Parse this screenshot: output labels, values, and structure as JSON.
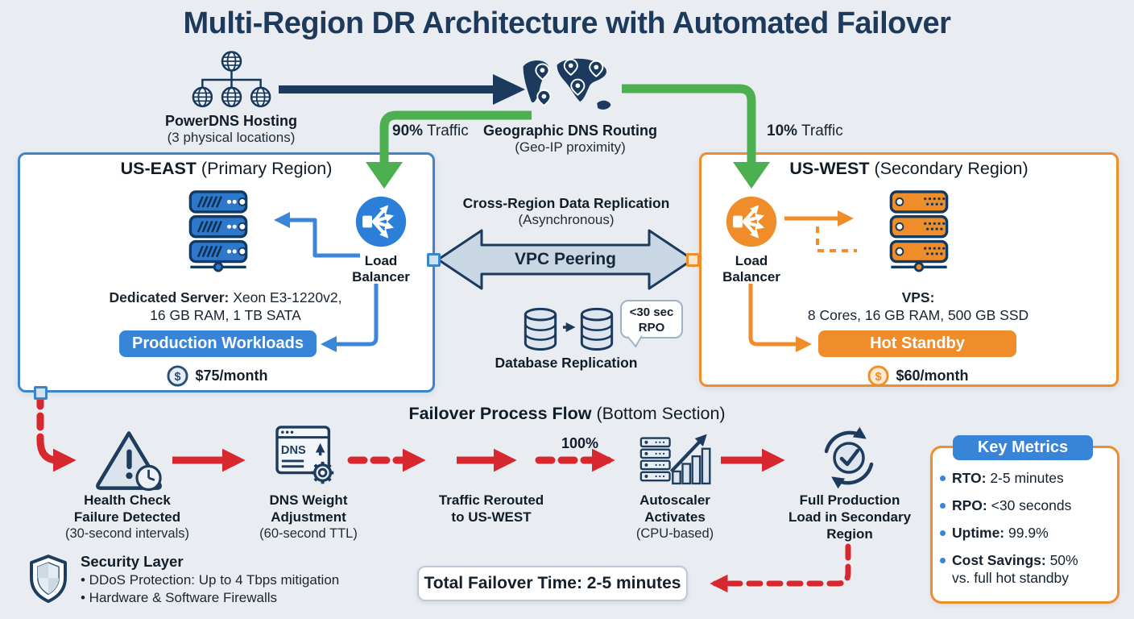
{
  "title": "Multi-Region DR Architecture with Automated Failover",
  "dns_cluster": {
    "title": "PowerDNS Hosting",
    "subtitle": "(3 physical locations)"
  },
  "geo_routing": {
    "title": "Geographic DNS Routing",
    "subtitle": "(Geo-IP proximity)"
  },
  "traffic": {
    "east_pct": "90%",
    "east_rest": " Traffic",
    "west_pct": "10%",
    "west_rest": " Traffic"
  },
  "us_east": {
    "region": "US-EAST",
    "region_sub": " (Primary Region)",
    "lb1": "Load",
    "lb2": "Balancer",
    "spec_bold": "Dedicated Server:",
    "spec_rest": " Xeon E3-1220v2,",
    "spec_line2": "16 GB RAM, 1 TB SATA",
    "role_badge": "Production Workloads",
    "cost": "$75/month"
  },
  "us_west": {
    "region": "US-WEST",
    "region_sub": " (Secondary Region)",
    "lb1": "Load",
    "lb2": "Balancer",
    "spec_bold": "VPS:",
    "spec_line2": "8 Cores, 16 GB RAM, 500 GB SSD",
    "role_badge": "Hot Standby",
    "cost": "$60/month"
  },
  "replication": {
    "title": "Cross-Region Data Replication",
    "subtitle": "(Asynchronous)",
    "vpc_label": "VPC Peering",
    "rpo_line1": "<30 sec",
    "rpo_line2": "RPO",
    "db_label": "Database Replication"
  },
  "failover": {
    "heading_bold": "Failover Process Flow",
    "heading_rest": " (Bottom Section)",
    "pct": "100%",
    "steps": [
      {
        "l1": "Health Check",
        "l2": "Failure Detected",
        "sub": "(30-second intervals)"
      },
      {
        "l1": "DNS Weight",
        "l2": "Adjustment",
        "sub": "(60-second TTL)"
      },
      {
        "l1": "Traffic Rerouted",
        "l2": "to US-WEST",
        "sub": ""
      },
      {
        "l1": "Autoscaler",
        "l2": "Activates",
        "sub": "(CPU-based)"
      },
      {
        "l1": "Full Production",
        "l2": "Load in Secondary",
        "l3": "Region",
        "sub": ""
      }
    ],
    "total_label": "Total Failover Time: 2-5 minutes"
  },
  "key_metrics": {
    "header": "Key Metrics",
    "items": [
      {
        "bold": "RTO:",
        "rest": " 2-5 minutes",
        "line2": ""
      },
      {
        "bold": "RPO:",
        "rest": " <30 seconds",
        "line2": ""
      },
      {
        "bold": "Uptime:",
        "rest": " 99.9%",
        "line2": ""
      },
      {
        "bold": "Cost Savings:",
        "rest": " 50%",
        "line2": "vs. full hot standby"
      }
    ]
  },
  "security": {
    "title": "Security Layer",
    "bullet1": "• DDoS Protection: Up to 4 Tbps mitigation",
    "bullet2": "• Hardware & Software Firewalls"
  },
  "icons": {
    "dollar": "$",
    "dns_label": "DNS",
    "names": [
      "globe-cluster-icon",
      "world-map-pins-icon",
      "server-stack-icon",
      "load-balancer-icon",
      "database-icon",
      "warning-clock-icon",
      "dns-gear-icon",
      "autoscaler-chart-icon",
      "refresh-check-icon",
      "shield-icon",
      "dollar-coin-icon"
    ]
  },
  "colors": {
    "navy": "#1b3a5e",
    "blue": "#3884d8",
    "orange": "#ef8d2a",
    "green": "#4caf50",
    "red": "#d7282f",
    "panel_bg": "#ffffff",
    "page_bg": "#e9edf2"
  }
}
